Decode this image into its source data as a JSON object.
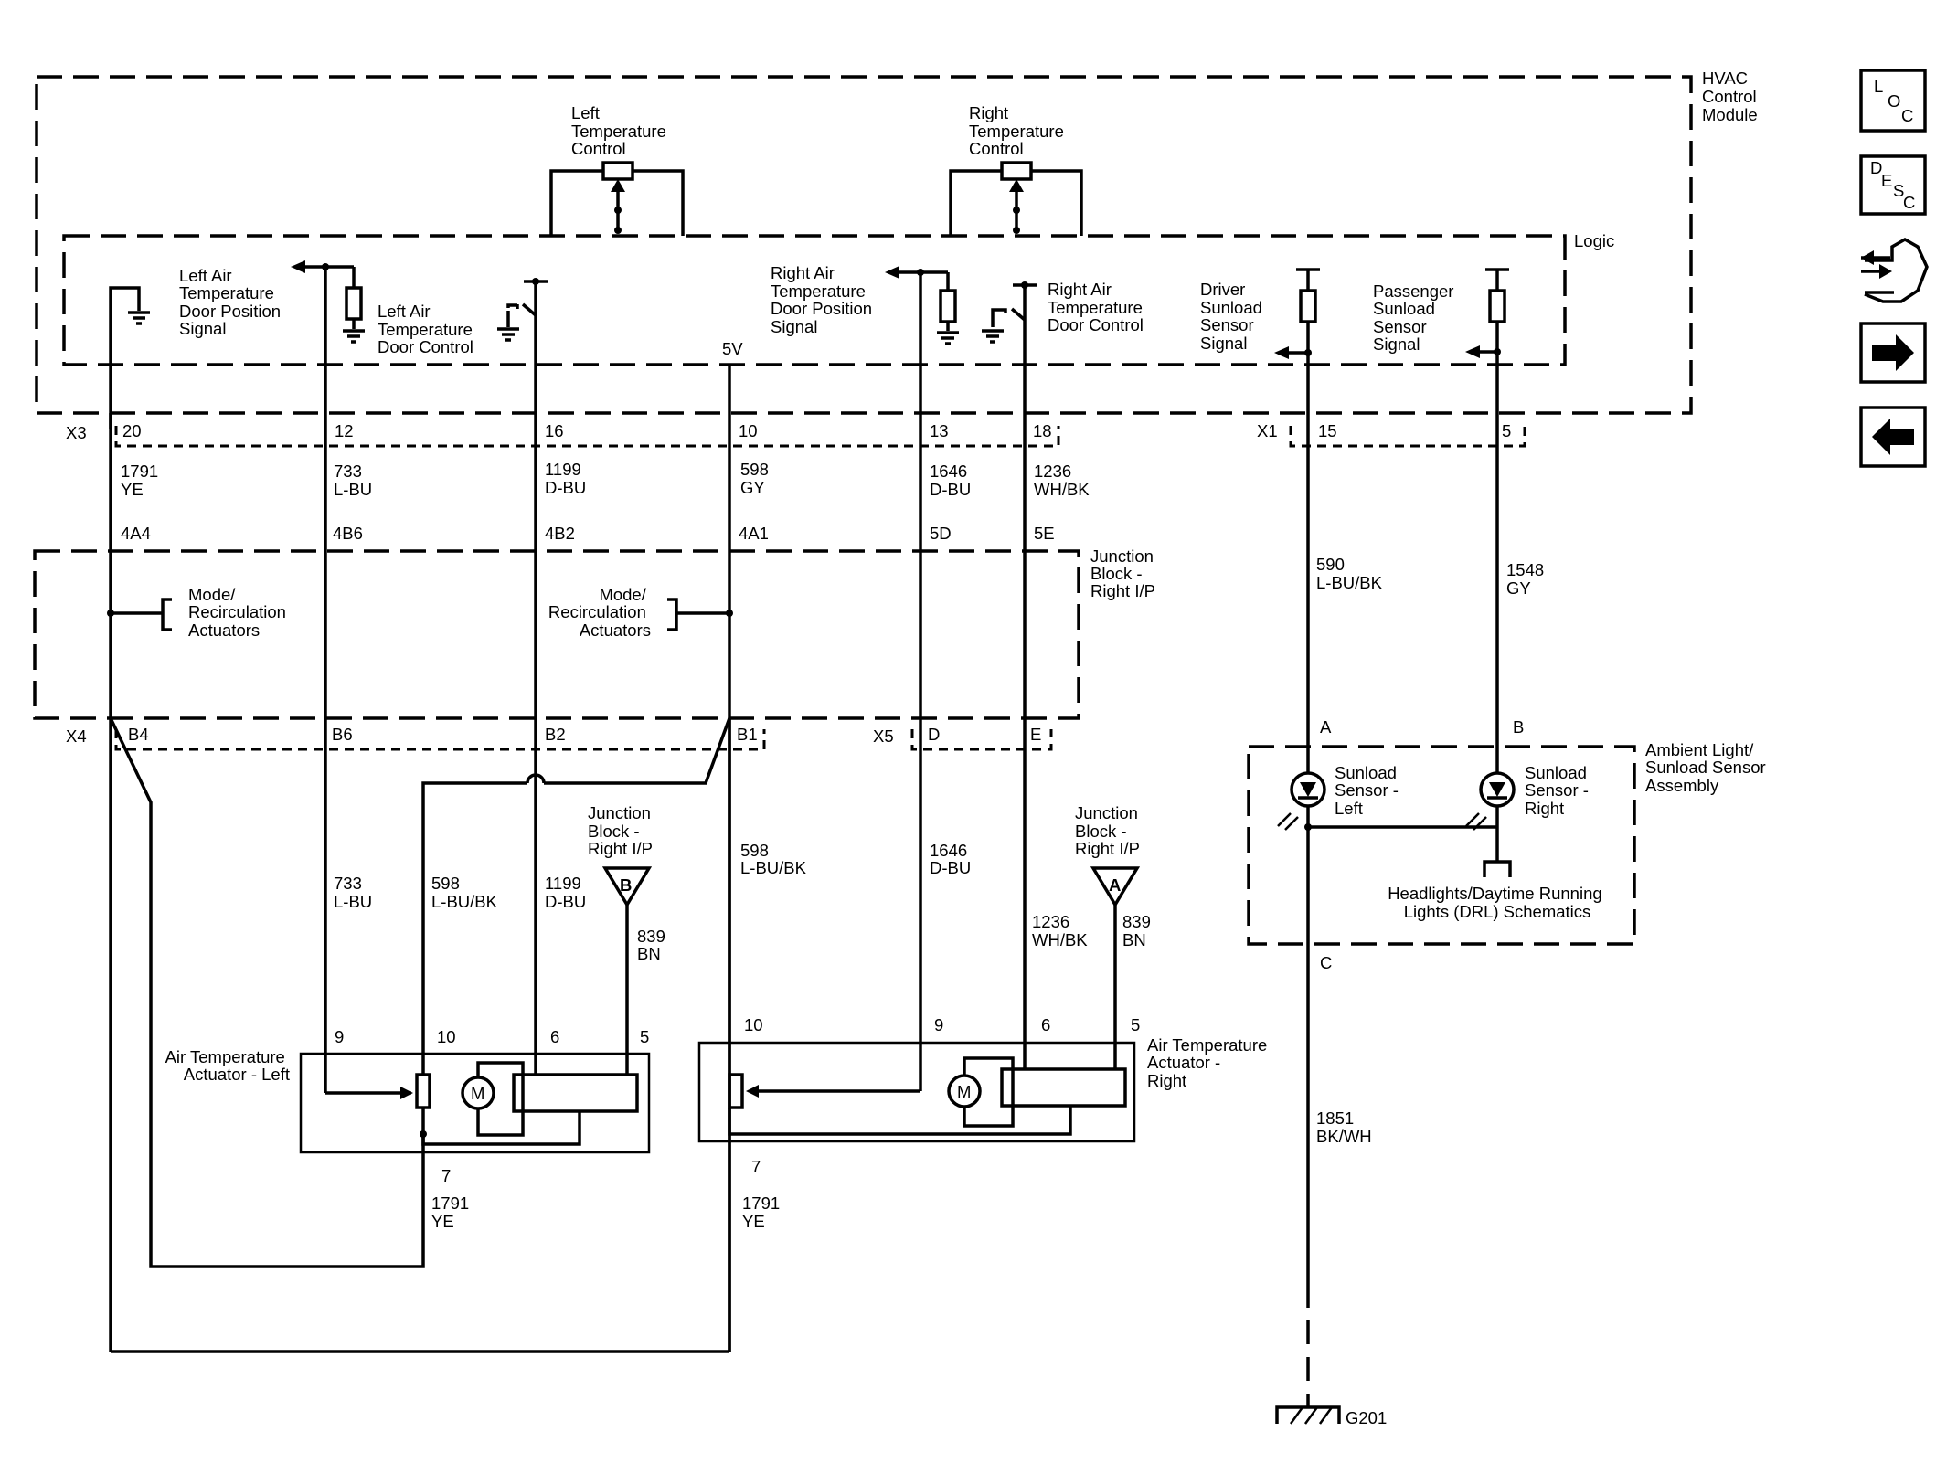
{
  "module": {
    "name": [
      "HVAC",
      "Control",
      "Module"
    ],
    "logic": "Logic",
    "left_temp_control": [
      "Left",
      "Temperature",
      "Control"
    ],
    "right_temp_control": [
      "Right",
      "Temperature",
      "Control"
    ],
    "left_pos_signal": [
      "Left Air",
      "Temperature",
      "Door Position",
      "Signal"
    ],
    "left_door_control": [
      "Left Air",
      "Temperature",
      "Door Control"
    ],
    "right_pos_signal": [
      "Right Air",
      "Temperature",
      "Door Position",
      "Signal"
    ],
    "right_door_control": [
      "Right Air",
      "Temperature",
      "Door Control"
    ],
    "driver_sunload": [
      "Driver",
      "Sunload",
      "Sensor",
      "Signal"
    ],
    "pass_sunload": [
      "Passenger",
      "Sunload",
      "Sensor",
      "Signal"
    ],
    "five_v": "5V"
  },
  "connectors": {
    "x3": "X3",
    "x1": "X1",
    "x4": "X4",
    "x5": "X5",
    "x3_pins": [
      "20",
      "12",
      "16",
      "10",
      "13",
      "18"
    ],
    "x1_pins": [
      "15",
      "5"
    ],
    "x4_pins": [
      "B4",
      "B6",
      "B2",
      "B1"
    ],
    "x5_pins": [
      "D",
      "E"
    ],
    "jb_pins": [
      "4A4",
      "4B6",
      "4B2",
      "4A1",
      "5D",
      "5E"
    ]
  },
  "wires_upper": [
    [
      "1791",
      "YE"
    ],
    [
      "733",
      "L-BU"
    ],
    [
      "1199",
      "D-BU"
    ],
    [
      "598",
      "GY"
    ],
    [
      "1646",
      "D-BU"
    ],
    [
      "1236",
      "WH/BK"
    ]
  ],
  "wires_sensor": [
    [
      "590",
      "L-BU/BK"
    ],
    [
      "1548",
      "GY"
    ]
  ],
  "junction_block": {
    "label": [
      "Junction",
      "Block -",
      "Right I/P"
    ],
    "mode_left": [
      "Mode/",
      "Recirculation",
      "Actuators"
    ],
    "mode_right": [
      "Mode/",
      "Recirculation",
      "Actuators"
    ]
  },
  "wires_lower": [
    [
      "733",
      "L-BU"
    ],
    [
      "598",
      "L-BU/BK"
    ],
    [
      "1199",
      "D-BU"
    ],
    [
      "839",
      "BN"
    ],
    [
      "598",
      "L-BU/BK"
    ],
    [
      "1646",
      "D-BU"
    ],
    [
      "1236",
      "WH/BK"
    ],
    [
      "839",
      "BN"
    ]
  ],
  "jb_ref_b": {
    "label": [
      "Junction",
      "Block -",
      "Right  I/P"
    ],
    "letter": "B"
  },
  "jb_ref_a": {
    "label": [
      "Junction",
      "Block -",
      "Right  I/P"
    ],
    "letter": "A"
  },
  "actuator_left": {
    "name": [
      "Air Temperature",
      "Actuator - Left"
    ],
    "pins": [
      "9",
      "10",
      "6",
      "5",
      "7"
    ],
    "motor": "M"
  },
  "actuator_right": {
    "name": [
      "Air Temperature",
      "Actuator -",
      "Right"
    ],
    "pins": [
      "10",
      "9",
      "6",
      "5",
      "7"
    ],
    "motor": "M"
  },
  "return_wires": [
    [
      "1791",
      "YE"
    ],
    [
      "1791",
      "YE"
    ]
  ],
  "sunload_assembly": {
    "name": [
      "Ambient Light/",
      "Sunload Sensor",
      "Assembly"
    ],
    "pin_a": "A",
    "pin_b": "B",
    "pin_c": "C",
    "sensor_left": [
      "Sunload",
      "Sensor -",
      "Left"
    ],
    "sensor_right": [
      "Sunload",
      "Sensor -",
      "Right"
    ],
    "drl_ref": [
      "Headlights/Daytime Running",
      "Lights (DRL) Schematics"
    ]
  },
  "ground_wire": [
    "1851",
    "BK/WH"
  ],
  "ground": "G201",
  "nav": {
    "loc": [
      "L",
      "O",
      "C"
    ],
    "desc": [
      "D",
      "E",
      "S",
      "C"
    ],
    "icons": [
      "connector-icon",
      "arrow-right-icon",
      "arrow-left-icon"
    ]
  }
}
